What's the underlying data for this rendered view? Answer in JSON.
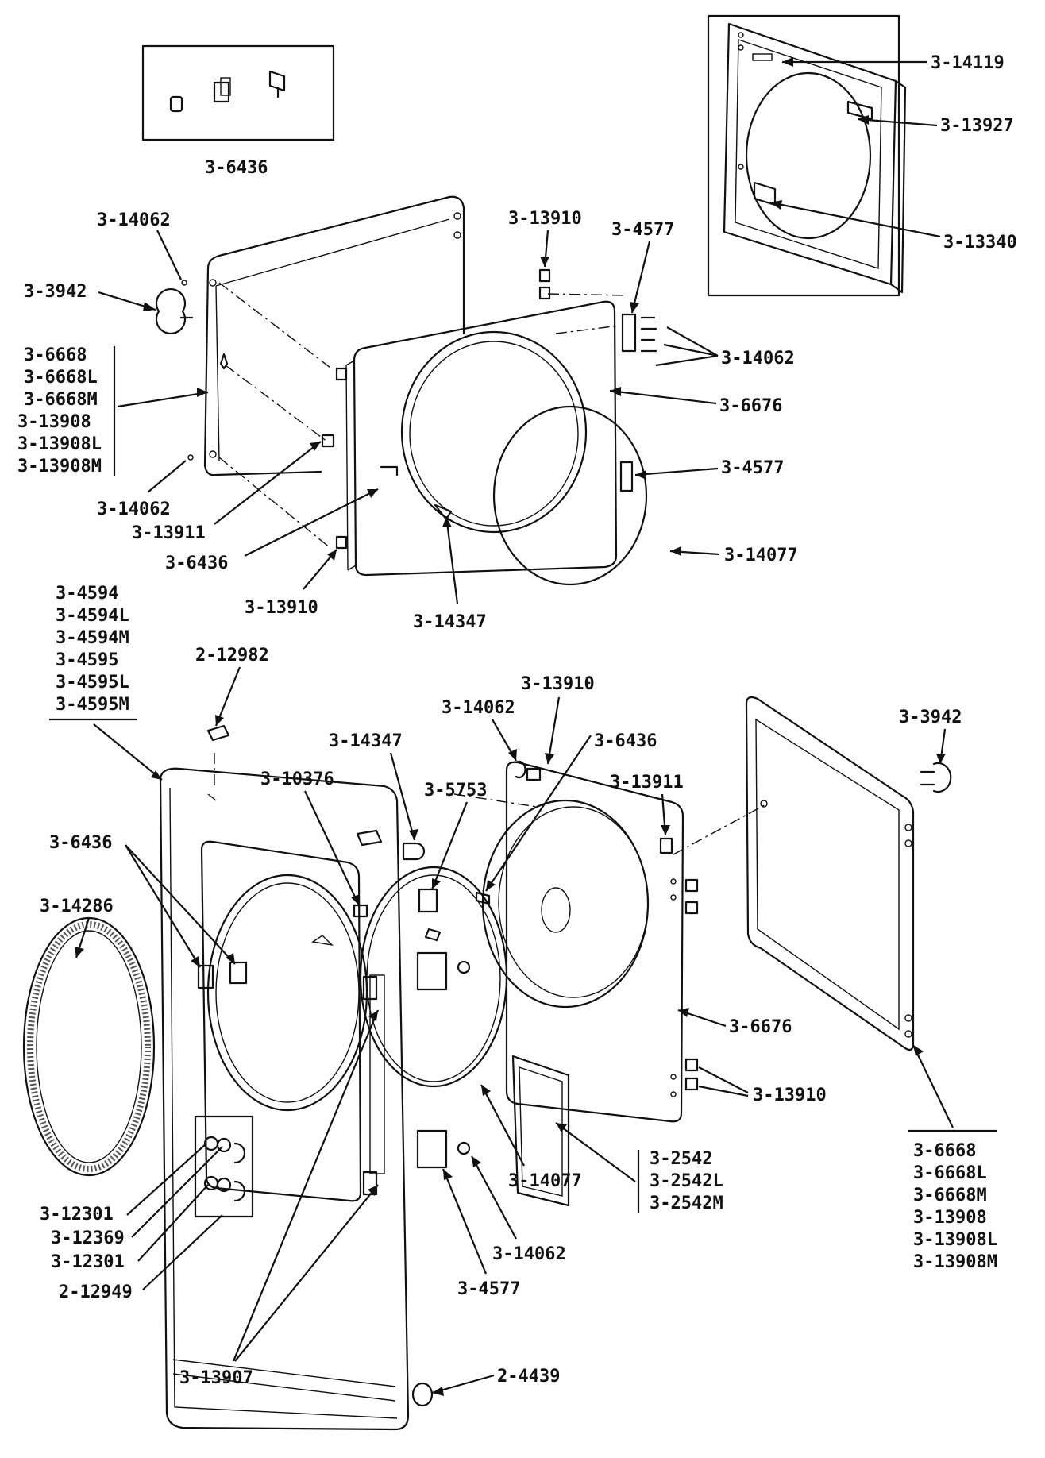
{
  "labels": {
    "inset_clips": "3-6436",
    "inset_14119": "3-14119",
    "inset_13927": "3-13927",
    "inset_13340": "3-13340",
    "u_14062_a": "3-14062",
    "u_3942": "3-3942",
    "u_group_panel": [
      "3-6668",
      "3-6668L",
      "3-6668M",
      "3-13908",
      "3-13908L",
      "3-13908M"
    ],
    "u_14062_b": "3-14062",
    "u_13911": "3-13911",
    "u_6436": "3-6436",
    "u_13910_bottom": "3-13910",
    "u_14347": "3-14347",
    "u_13910_top": "3-13910",
    "u_4577_top": "3-4577",
    "u_14062_right": "3-14062",
    "u_6676": "3-6676",
    "u_4577_right": "3-4577",
    "u_14077": "3-14077",
    "l_group_front": [
      "3-4594",
      "3-4594L",
      "3-4594M",
      "3-4595",
      "3-4595L",
      "3-4595M"
    ],
    "l_12982": "2-12982",
    "l_14062_top": "3-14062",
    "l_13910_top": "3-13910",
    "l_6436_mid": "3-6436",
    "l_14347": "3-14347",
    "l_10376": "3-10376",
    "l_5753": "3-5753",
    "l_13911": "3-13911",
    "l_3942": "3-3942",
    "l_6436_left": "3-6436",
    "l_14286": "3-14286",
    "l_6676": "3-6676",
    "l_13910_right": "3-13910",
    "l_group_2542": [
      "3-2542",
      "3-2542L",
      "3-2542M"
    ],
    "l_14077": "3-14077",
    "l_14062_bottom": "3-14062",
    "l_4577": "3-4577",
    "l_12301_a": "3-12301",
    "l_12369": "3-12369",
    "l_12301_b": "3-12301",
    "l_12949": "2-12949",
    "l_13907": "3-13907",
    "l_4439": "2-4439",
    "l_group_panel": [
      "3-6668",
      "3-6668L",
      "3-6668M",
      "3-13908",
      "3-13908L",
      "3-13908M"
    ]
  }
}
